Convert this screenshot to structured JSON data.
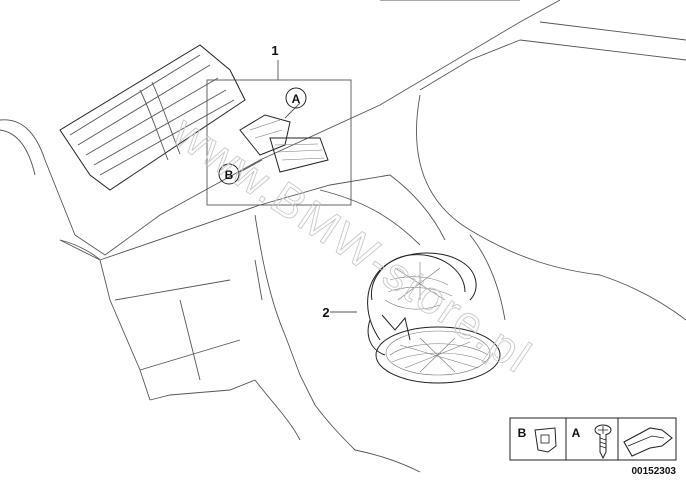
{
  "callouts": {
    "part_1": "1",
    "part_2": "2",
    "ref_a": "A",
    "ref_b": "B"
  },
  "legend": {
    "key_b": "B",
    "key_a": "A"
  },
  "watermark": "www.BMW-store.pl",
  "diagram_number": "00152303"
}
